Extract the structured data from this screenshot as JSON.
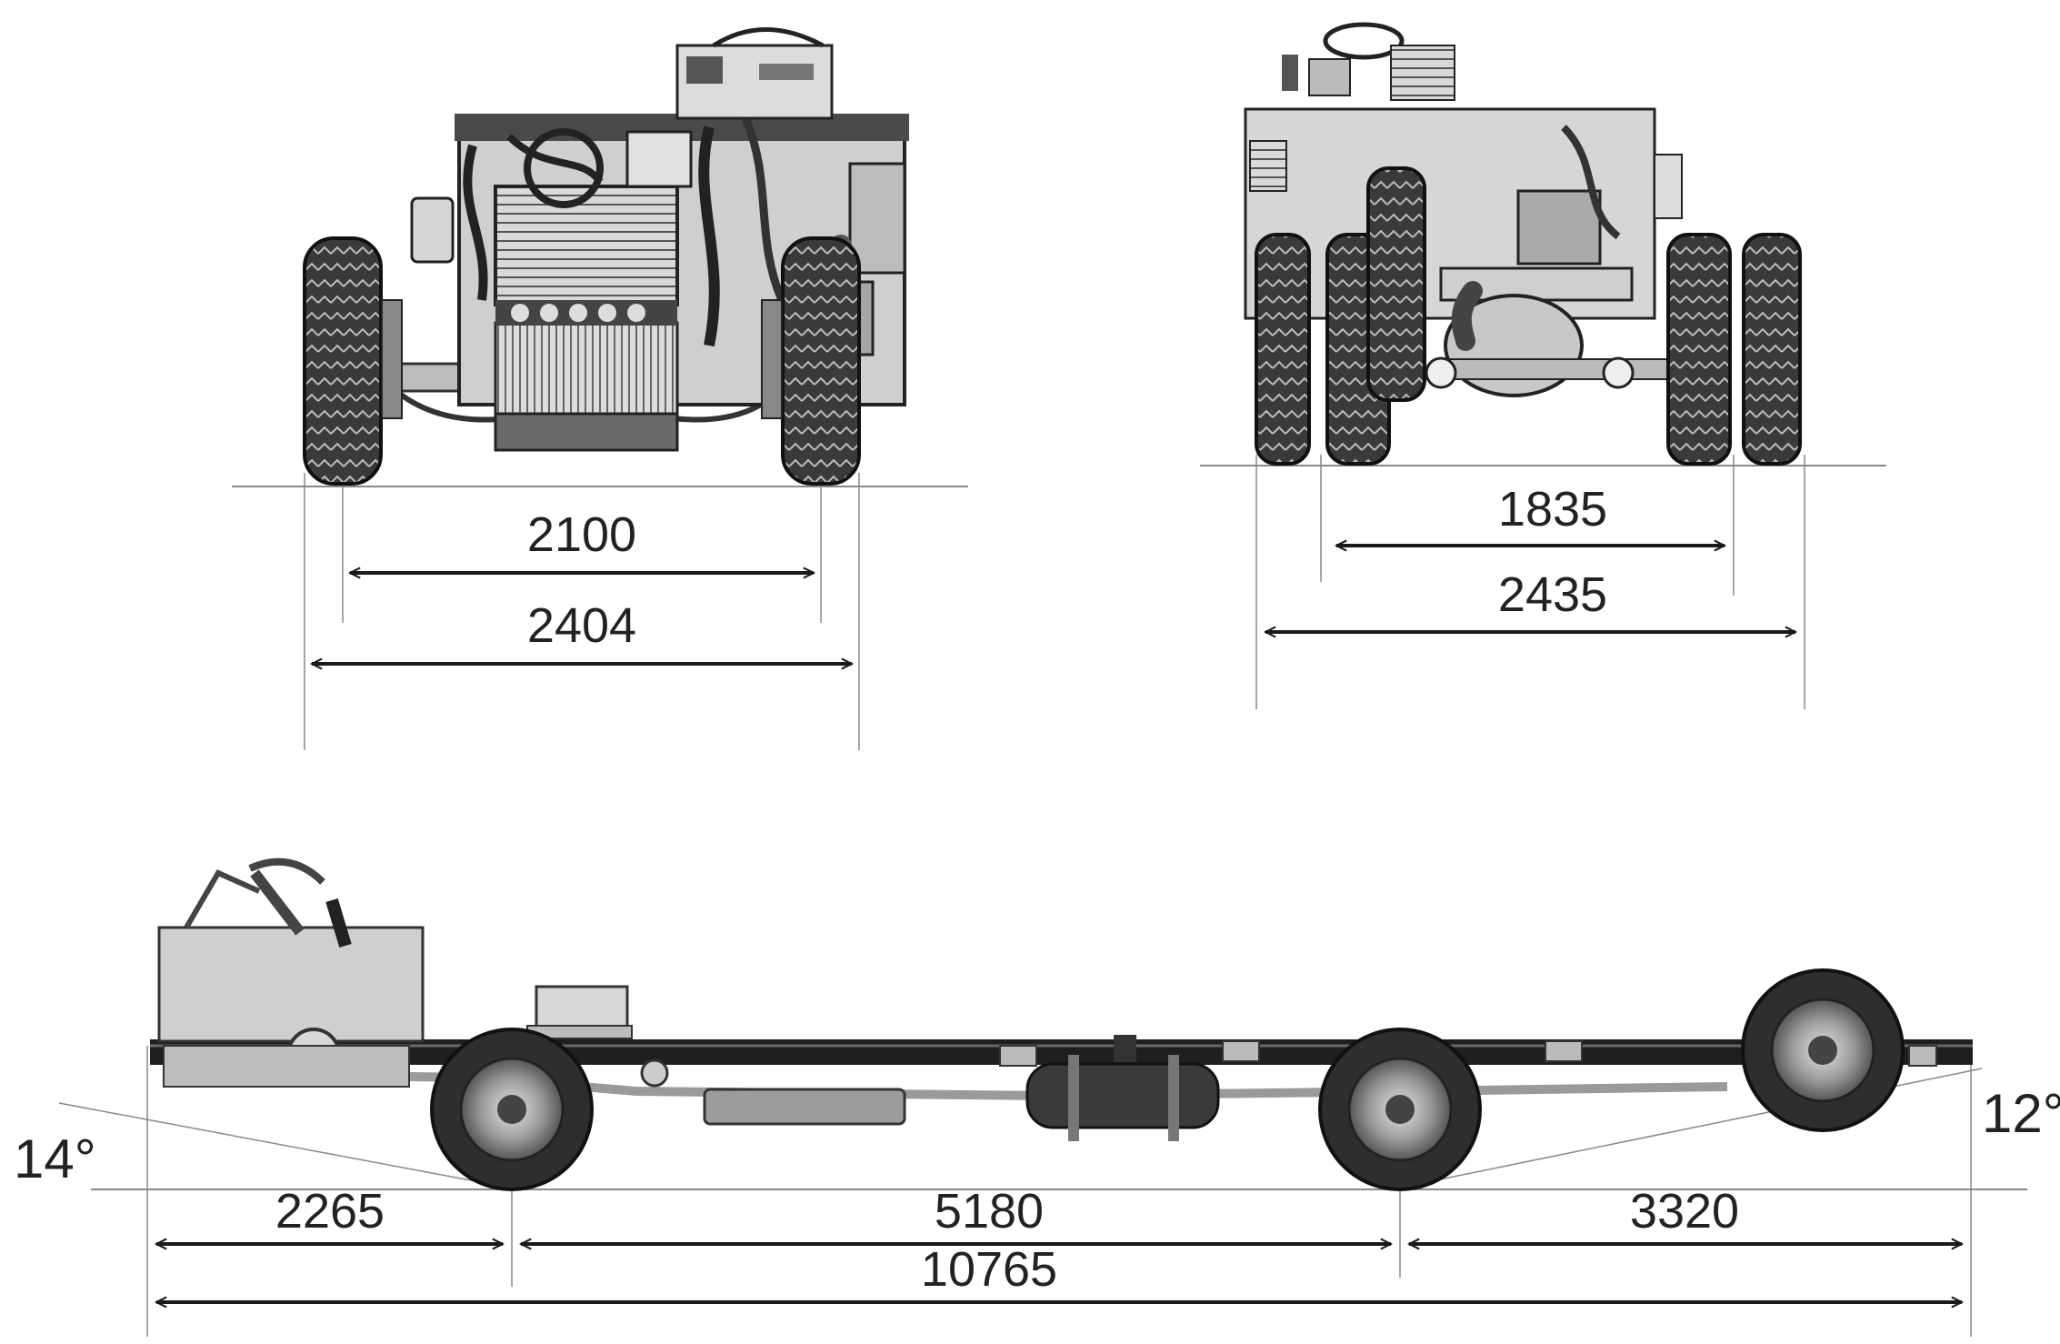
{
  "front_view": {
    "track_width": "2100",
    "overall_width": "2404"
  },
  "rear_view": {
    "track_width": "1835",
    "overall_width": "2435"
  },
  "side_view": {
    "front_overhang": "2265",
    "wheelbase": "5180",
    "rear_overhang": "3320",
    "overall_length": "10765",
    "approach_angle": "14°",
    "departure_angle": "12°"
  },
  "colors": {
    "line": "#333333",
    "dark": "#1a1a1a",
    "mid": "#8a8a8a",
    "light": "#cfcfcf"
  }
}
